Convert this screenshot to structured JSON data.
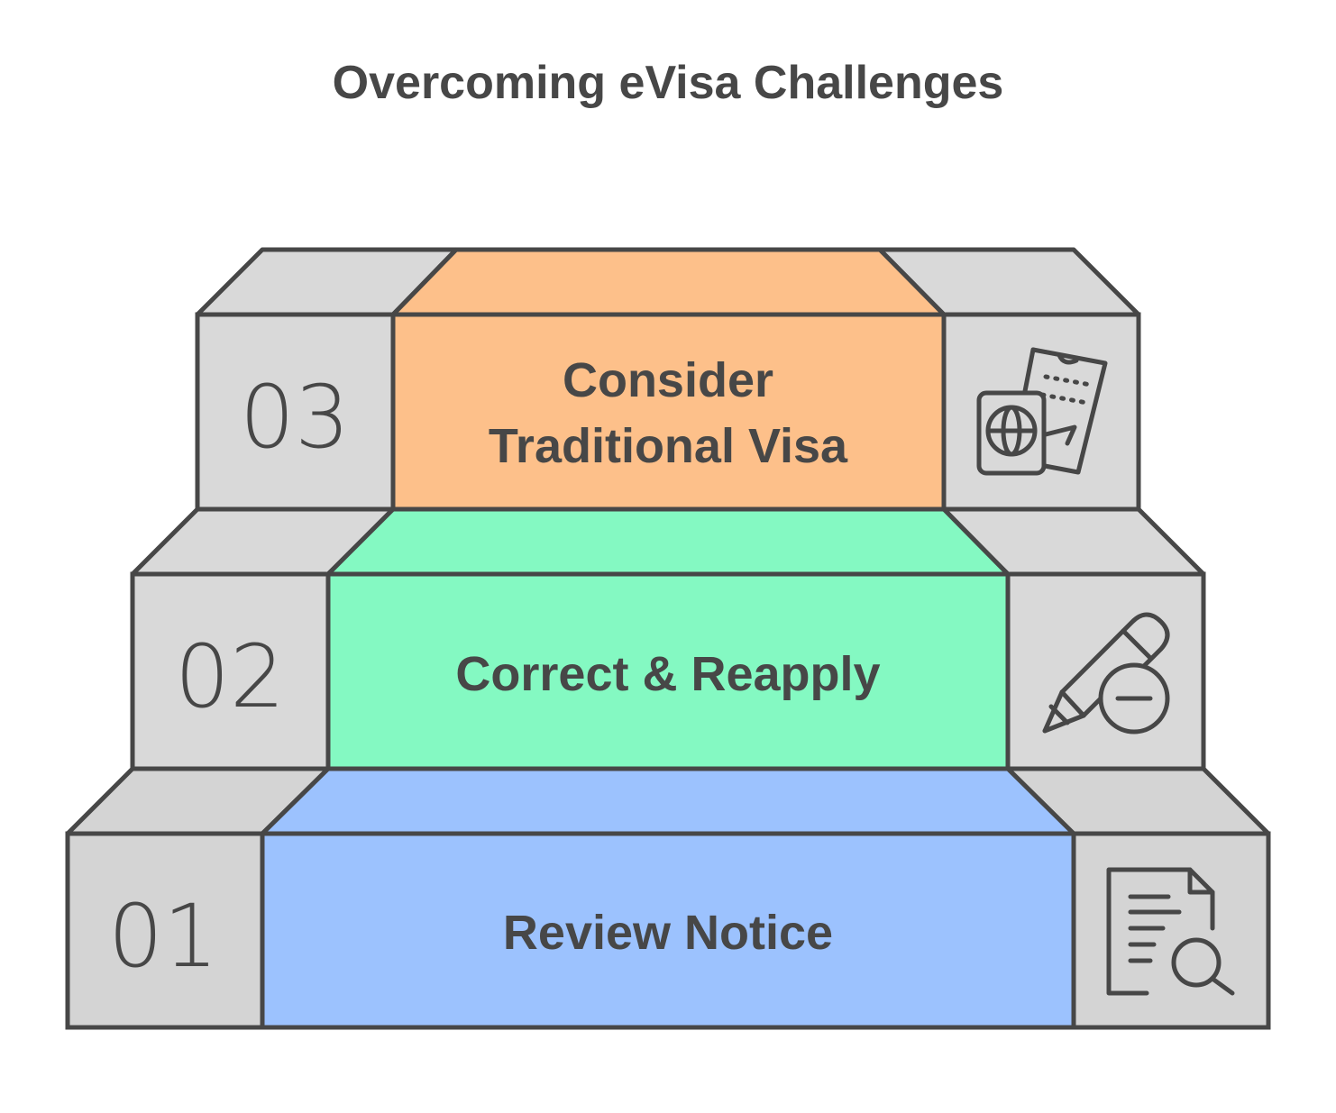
{
  "title": "Overcoming eVisa Challenges",
  "steps": [
    {
      "number": "03",
      "label_lines": [
        "Consider",
        "Traditional Visa"
      ],
      "color": "#fdc08a",
      "top_color": "#fdc08a",
      "icon": "passport-ticket-icon"
    },
    {
      "number": "02",
      "label_lines": [
        "Correct & Reapply"
      ],
      "color": "#84f9c2",
      "top_color": "#84f9c2",
      "icon": "pencil-minus-icon"
    },
    {
      "number": "01",
      "label_lines": [
        "Review Notice"
      ],
      "color": "#9cc2fe",
      "top_color": "#9cc2fe",
      "icon": "document-search-icon"
    }
  ],
  "colors": {
    "side_face": "#d9d9d9",
    "side_top": "#d4d4d4",
    "outline": "#474747",
    "text": "#474747"
  }
}
